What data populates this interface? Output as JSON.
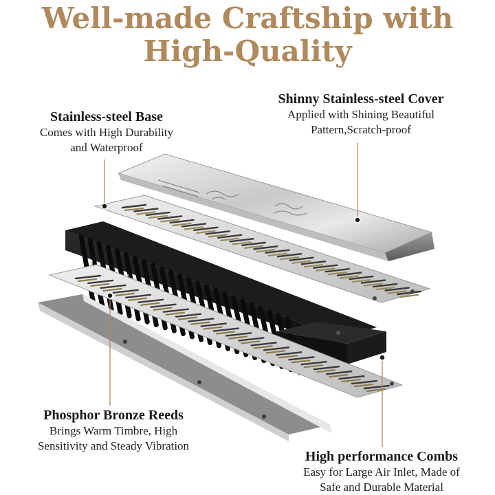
{
  "headline": {
    "line1": "Well-made Craftship with",
    "line2": "High-Quality",
    "color": "#b0895c"
  },
  "callouts": {
    "base": {
      "title": "Stainless-steel Base",
      "desc1": "Comes with High Durability",
      "desc2": "and Waterproof"
    },
    "cover": {
      "title": "Shinny Stainless-steel Cover",
      "desc1": "Applied with Shining Beautiful",
      "desc2": "Pattern,Scratch-proof"
    },
    "reeds": {
      "title": "Phosphor Bronze Reeds",
      "desc1": "Brings Warm Timbre, High",
      "desc2": "Sensitivity and Steady Vibration"
    },
    "combs": {
      "title": "High performance Combs",
      "desc1": "Easy for Large Air Inlet, Made of",
      "desc2": "Safe and Durable Material"
    }
  },
  "leader_color": "#b0895c"
}
